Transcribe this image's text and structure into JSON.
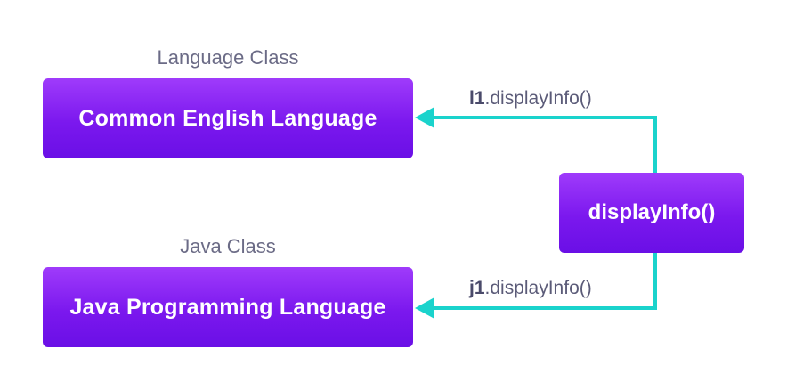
{
  "classes": [
    {
      "label": "Language Class",
      "name": "Common English Language"
    },
    {
      "label": "Java Class",
      "name": "Java Programming Language"
    }
  ],
  "method": {
    "name": "displayInfo()"
  },
  "calls": [
    {
      "object": "l1",
      "method": ".displayInfo()"
    },
    {
      "object": "j1",
      "method": ".displayInfo()"
    }
  ],
  "colors": {
    "box": "#7b18ee",
    "connector": "#1ad3cc",
    "label_text": "#6b6b86"
  }
}
